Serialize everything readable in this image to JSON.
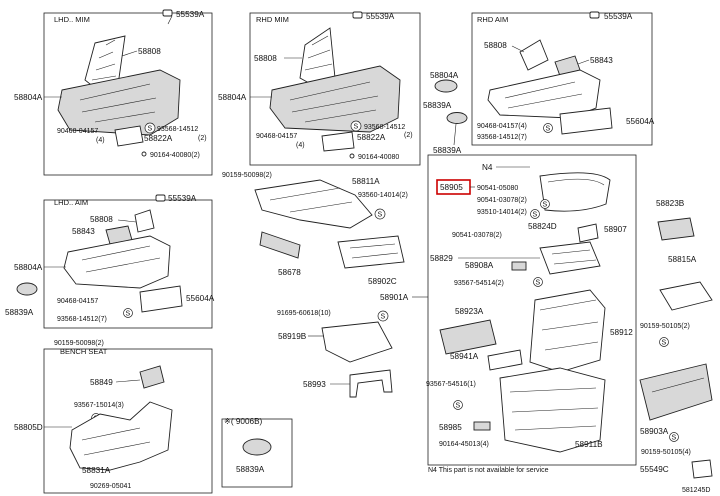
{
  "sections": {
    "lhd_mim": "LHD.. MIM",
    "rhd_mim": "RHD  MIM",
    "rhd_aim": "RHD  AIM",
    "lhd_aim": "LHD.. AIM",
    "bench_seat_line1": "90159-50098(2)",
    "bench_seat_line2": "BENCH SEAT"
  },
  "labels": {
    "p55539a_1": "55539A",
    "p58808_1": "58808",
    "p58804a_1": "58804A",
    "p90468_1": "90468-04157",
    "p90468_1_q": "(4)",
    "p93568_1": "93568-14512",
    "p93568_1_q": "(2)",
    "p58822a_1": "58822A",
    "p90164_1": "90164-40080(2)",
    "p55539a_2": "55539A",
    "p58808_2": "58808",
    "p58804a_2": "58804A",
    "p90468_2": "90468-04157",
    "p90468_2_q": "(4)",
    "p93568_2": "93568-14512",
    "p93568_2_q": "(2)",
    "p58822a_2": "58822A",
    "p90164_2": "90164-40080",
    "p55539a_3": "55539A",
    "p58808_3": "58808",
    "p58843_1": "58843",
    "p90468_3": "90468-04157(4)",
    "p93568_3": "93568-14512(7)",
    "p55604a_1": "55604A",
    "p58804a_3": "58804A",
    "p58839a_1": "58839A",
    "p58839a_2": "58839A",
    "p90159_1": "90159-50098(2)",
    "p58811a": "58811A",
    "p93560_1": "93560-14014(2)",
    "p58678": "58678",
    "p58902c": "58902C",
    "p58901a": "58901A",
    "p91695": "91695-60618(10)",
    "p58919b": "58919B",
    "p58993": "58993",
    "p55539a_4": "55539A",
    "p58808_4": "58808",
    "p58843_2": "58843",
    "p58804a_4": "58804A",
    "p90468_4": "90468-04157",
    "p93568_4": "93568-14512(7)",
    "p55604a_2": "55604A",
    "p58839a_3": "58839A",
    "p58849": "58849",
    "p93567_1": "93567-15014(3)",
    "p58805d": "58805D",
    "p58831a": "58831A",
    "p90269": "90269-05041",
    "p9006b_paren": "※(     9006B)",
    "p58839a_4": "58839A",
    "pn4_top": "N4",
    "p58905": "58905",
    "p90541_1": "90541-05080",
    "p90541_2": "90541-03078(2)",
    "p93510": "93510-14014(2)",
    "p90541_3": "90541-03078(2)",
    "p58824d": "58824D",
    "p58907": "58907",
    "p58829": "58829",
    "p58908a": "58908A",
    "p93567_2": "93567-54514(2)",
    "p58923a": "58923A",
    "p58912": "58912",
    "p58941a": "58941A",
    "p93567_3": "93567-54516(1)",
    "p58985": "58985",
    "p90164_3": "90164-45013(4)",
    "p58911b": "58911B",
    "pn4_note": "N4   This part is not available for service",
    "p58823b": "58823B",
    "p58815a": "58815A",
    "p90159_2": "90159-50105(2)",
    "p58903a": "58903A",
    "p90159_3": "90159-50105(4)",
    "p55549c": "55549C",
    "p581245d": "581245D"
  },
  "fastener_symbol": "S",
  "highlight_color": "#cc0000"
}
